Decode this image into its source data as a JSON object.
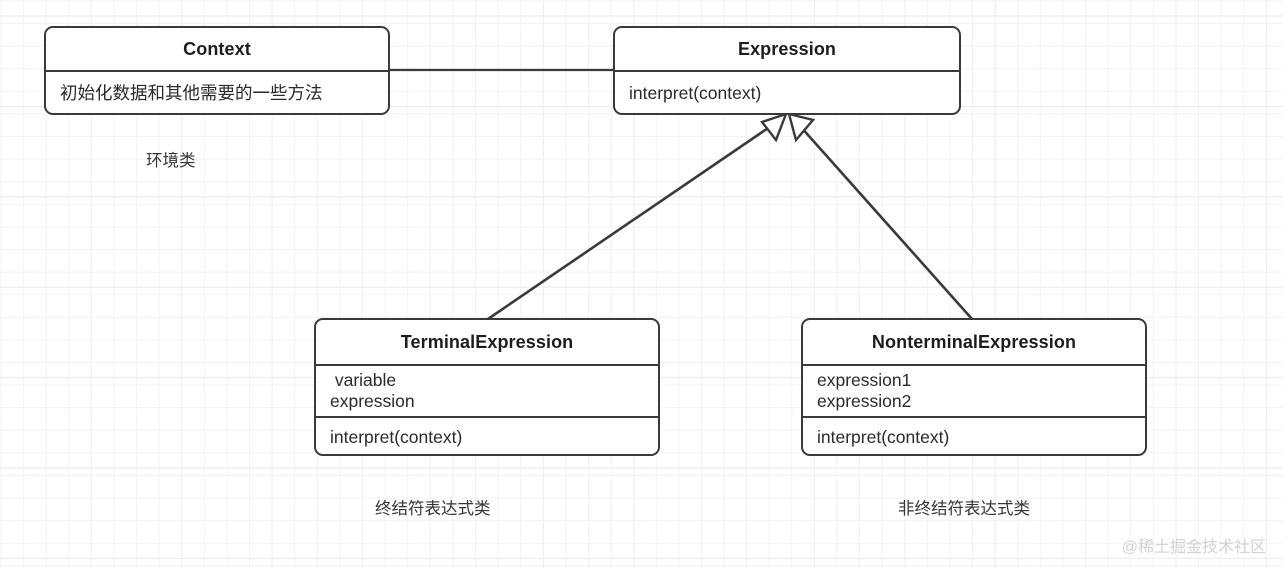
{
  "diagram": {
    "title": "Interpreter pattern UML class diagram",
    "background": {
      "grid_color": "#f2f2f2",
      "grid_major_color": "#e8e8e8",
      "page_color": "#ffffff"
    },
    "stroke_color": "#3a3a3a",
    "text_color": "#2a2a2a"
  },
  "classes": {
    "context": {
      "name": "Context",
      "attributes": [
        "初始化数据和其他需要的一些方法"
      ],
      "caption": "环境类"
    },
    "expression": {
      "name": "Expression",
      "operations": [
        "interpret(context)"
      ]
    },
    "terminal": {
      "name": "TerminalExpression",
      "attributes": [
        " variable",
        "expression"
      ],
      "operations": [
        "interpret(context)"
      ],
      "caption": "终结符表达式类"
    },
    "nonterminal": {
      "name": "NonterminalExpression",
      "attributes": [
        "expression1",
        "expression2"
      ],
      "operations": [
        "interpret(context)"
      ],
      "caption": "非终结符表达式类"
    }
  },
  "connectors": [
    {
      "name": "context-expression-association",
      "type": "association",
      "from": "Context",
      "to": "Expression",
      "arrowhead": "none"
    },
    {
      "name": "terminal-generalization",
      "type": "generalization",
      "from": "TerminalExpression",
      "to": "Expression",
      "arrowhead": "hollow-triangle"
    },
    {
      "name": "nonterminal-generalization",
      "type": "generalization",
      "from": "NonterminalExpression",
      "to": "Expression",
      "arrowhead": "hollow-triangle"
    }
  ],
  "watermark": {
    "text": "@稀土掘金技术社区"
  }
}
